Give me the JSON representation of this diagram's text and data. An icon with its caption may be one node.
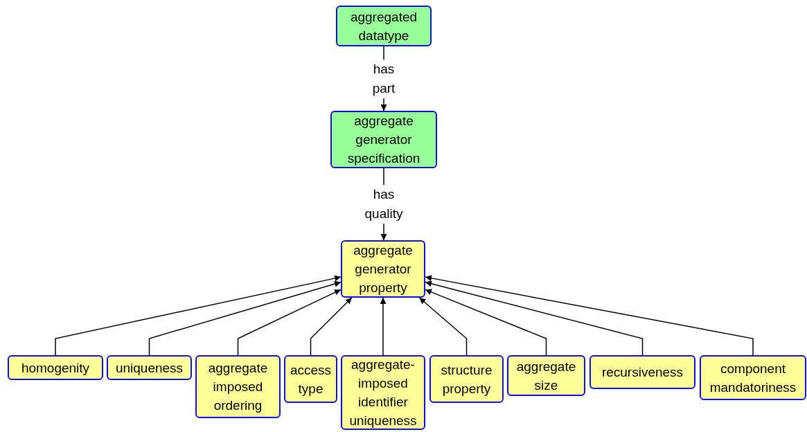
{
  "diagram": {
    "nodes": [
      {
        "text": [
          "aggregated datatype"
        ]
      },
      {
        "text": [
          "aggregate generator specification"
        ]
      },
      {
        "text": [
          "aggregate generator property"
        ]
      },
      {
        "text": [
          "homogenity"
        ]
      },
      {
        "text": [
          "uniqueness"
        ]
      },
      {
        "text": [
          "aggregate imposed ordering"
        ]
      },
      {
        "text": [
          "access type"
        ]
      },
      {
        "text": [
          "aggregate-imposed identifier uniqueness"
        ]
      },
      {
        "text": [
          "structure property"
        ]
      },
      {
        "text": [
          "aggregate size"
        ]
      },
      {
        "text": [
          "recursiveness"
        ]
      },
      {
        "text": [
          "component mandatoriness"
        ]
      }
    ],
    "edges": [
      {
        "from": 0,
        "to": 1,
        "arrow": "to",
        "label": "has part"
      },
      {
        "from": 1,
        "to": 2,
        "arrow": "to",
        "label": "has quality"
      },
      {
        "from": 3,
        "to": 2,
        "arrow": "to"
      },
      {
        "from": 4,
        "to": 2,
        "arrow": "to"
      },
      {
        "from": 5,
        "to": 2,
        "arrow": "to"
      },
      {
        "from": 6,
        "to": 2,
        "arrow": "to"
      },
      {
        "from": 7,
        "to": 2,
        "arrow": "to"
      },
      {
        "from": 8,
        "to": 2,
        "arrow": "to"
      },
      {
        "from": 9,
        "to": 2,
        "arrow": "to"
      },
      {
        "from": 10,
        "to": 2,
        "arrow": "to"
      },
      {
        "from": 11,
        "to": 2,
        "arrow": "to"
      }
    ]
  }
}
